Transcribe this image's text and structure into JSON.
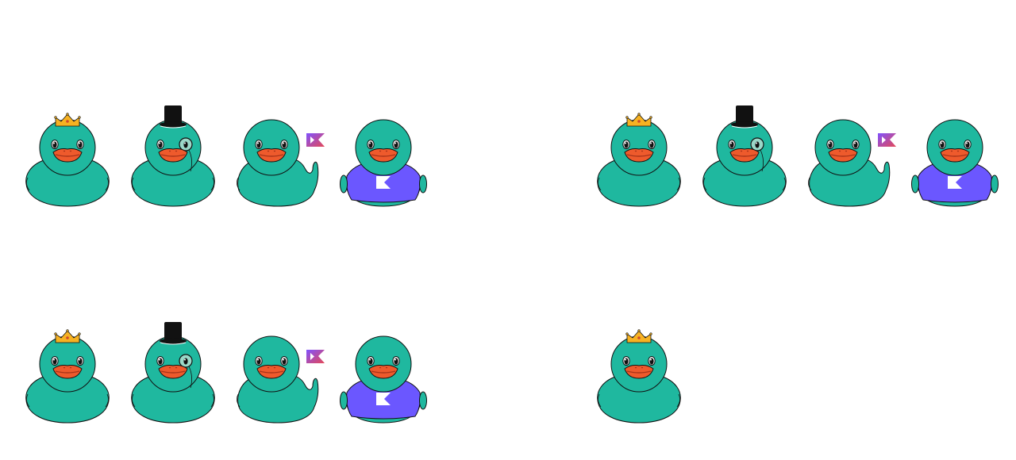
{
  "colors": {
    "duck_body": "#1fb89f",
    "beak": "#ee5a2c",
    "beak_line": "#a8341a",
    "outline": "#111111",
    "crown": "#f6b222",
    "hat": "#111111",
    "monocle": "#9ad8c8",
    "shirt": "#6b57ff",
    "flag_gradient": [
      "#7f52ff",
      "#e44857"
    ]
  },
  "groups": [
    {
      "ducks": [
        {
          "variant": "crown",
          "icon": "crown-icon"
        },
        {
          "variant": "tophat-monocle",
          "icon": "top-hat-icon"
        },
        {
          "variant": "flag",
          "icon": "kotlin-flag-icon"
        },
        {
          "variant": "shirt",
          "icon": "kotlin-shirt-icon"
        }
      ]
    },
    {
      "ducks": [
        {
          "variant": "crown",
          "icon": "crown-icon"
        },
        {
          "variant": "tophat-monocle",
          "icon": "top-hat-icon"
        },
        {
          "variant": "flag",
          "icon": "kotlin-flag-icon"
        },
        {
          "variant": "shirt",
          "icon": "kotlin-shirt-icon"
        }
      ]
    },
    {
      "ducks": [
        {
          "variant": "crown",
          "icon": "crown-icon"
        },
        {
          "variant": "tophat-monocle",
          "icon": "top-hat-icon"
        },
        {
          "variant": "flag",
          "icon": "kotlin-flag-icon"
        },
        {
          "variant": "shirt",
          "icon": "kotlin-shirt-icon"
        }
      ]
    },
    {
      "ducks": [
        {
          "variant": "crown",
          "icon": "crown-icon"
        }
      ]
    }
  ]
}
